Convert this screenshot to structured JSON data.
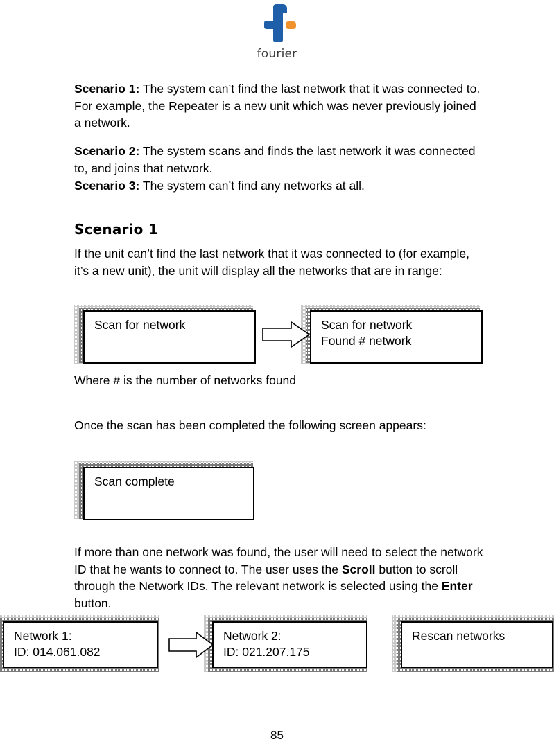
{
  "logo": {
    "wordmark": "fourier",
    "mark_icon": "fourier-f-logo",
    "blue": "#1F5FA9",
    "orange": "#F0922E"
  },
  "intro": {
    "scenario1_label": "Scenario 1:",
    "scenario1_text": " The system can’t find the last network that it was connected to. For example, the Repeater is a new unit which was never previously joined a network.",
    "scenario2_label": "Scenario 2:",
    "scenario2_text": " The system scans and finds the last network it was connected to, and joins that network.",
    "scenario3_label": "Scenario 3:",
    "scenario3_text": " The system can’t find any networks at all."
  },
  "section": {
    "heading": "Scenario 1",
    "intro_paragraph": "If the unit can’t find the last network that it was connected to (for example, it’s a new unit), the unit will display all the networks that are in range:",
    "caption_where": "Where # is the number of networks found",
    "paragraph_once": "Once the scan has been completed the following screen appears:",
    "paragraph_select_a": "If more than one network was found, the user will need to select the network ID that he wants to connect to. The user uses the ",
    "scroll_label": "Scroll",
    "paragraph_select_b": " button to scroll through the Network IDs. The relevant network is selected using the ",
    "enter_label": "Enter",
    "paragraph_select_c": " button."
  },
  "screens": {
    "scan_for_network": {
      "line1": "Scan for network",
      "line2": ""
    },
    "scan_found": {
      "line1": "Scan for network",
      "line2": "Found # network"
    },
    "scan_complete": {
      "line1": "Scan complete",
      "line2": ""
    },
    "network1": {
      "line1": "Network 1:",
      "line2": "ID: 014.061.082"
    },
    "network2": {
      "line1": "Network 2:",
      "line2": "ID: 021.207.175"
    },
    "rescan": {
      "line1": "Rescan networks",
      "line2": ""
    }
  },
  "arrows": {
    "arrow1_icon": "block-arrow-right-icon",
    "arrow2_icon": "block-arrow-right-icon"
  },
  "footer": {
    "page_number": "85"
  }
}
